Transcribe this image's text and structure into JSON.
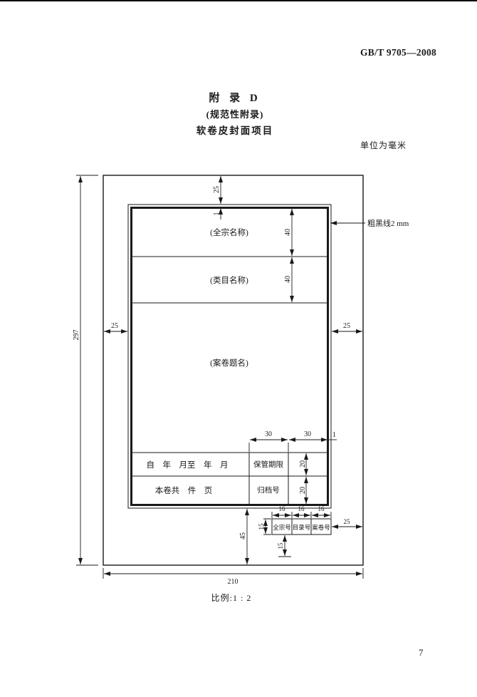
{
  "page": {
    "standard_number": "GB/T 9705—2008",
    "page_number": "7",
    "unit_note": "单位为毫米",
    "scale_note": "比例:1 : 2"
  },
  "appendix": {
    "title": "附 录 D",
    "subtitle": "(规范性附录)",
    "name": "软卷皮封面项目"
  },
  "drawing": {
    "cover_labels": {
      "fonds_name": "(全宗名称)",
      "category_name": "(类目名称)",
      "file_title": "(案卷题名)",
      "date_range": "自　年　月至　年　月",
      "retention_period": "保管期限",
      "volume_pages": "本卷共　件　页",
      "filing_number": "归档号"
    },
    "strip_labels": {
      "fonds_no": "全宗号",
      "catalog_no": "目录号",
      "file_no": "案卷号"
    },
    "annotations": {
      "thick_line": "粗黑线2 mm"
    },
    "dims": {
      "height": "297",
      "width": "210",
      "top_margin": "25",
      "left_margin": "25",
      "right_margin": "25",
      "line_gap_top": "1",
      "line_gap_right": "1",
      "fonds_h": "40",
      "category_h": "40",
      "col_w1": "30",
      "col_w2": "30",
      "row_h1": "20",
      "row_h2": "20",
      "bottom_h": "45",
      "strip_w1": "16",
      "strip_w2": "16",
      "strip_w3": "16",
      "strip_h": "15",
      "strip_right_margin": "25",
      "strip_bottom_margin": "15"
    }
  }
}
